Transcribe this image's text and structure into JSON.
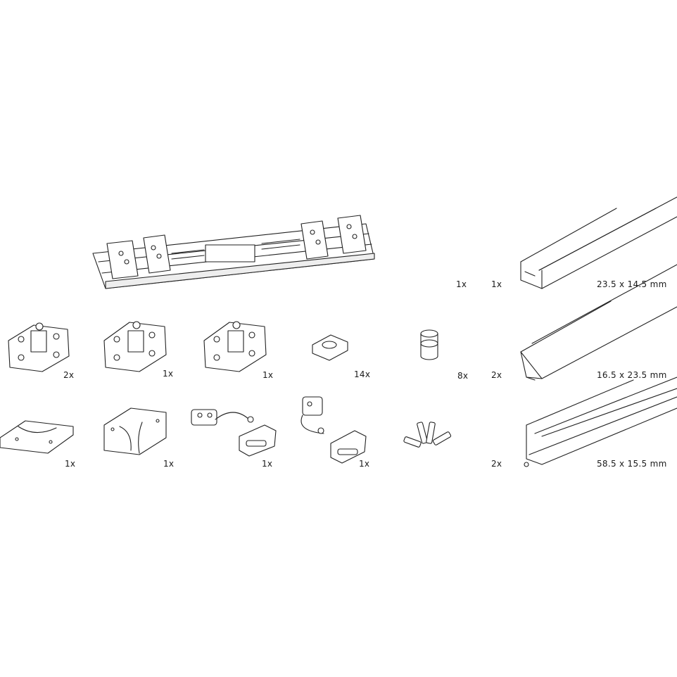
{
  "parts": [
    {
      "name": "track-carriage-assembly",
      "qty": "1x"
    },
    {
      "name": "rail-profile-a",
      "qty": "1x",
      "dims": "23.5 x 14.5 mm"
    },
    {
      "name": "roller-set-double",
      "qty": "2x"
    },
    {
      "name": "roller-set-single-a",
      "qty": "1x"
    },
    {
      "name": "roller-set-single-b",
      "qty": "1x"
    },
    {
      "name": "clip",
      "qty": "14x"
    },
    {
      "name": "end-stop",
      "qty": "8x"
    },
    {
      "name": "rail-profile-b",
      "qty": "2x",
      "dims": "16.5 x 23.5 mm"
    },
    {
      "name": "bracket-plate-a",
      "qty": "1x"
    },
    {
      "name": "bracket-plate-b",
      "qty": "1x"
    },
    {
      "name": "guide-arm-a",
      "qty": "1x"
    },
    {
      "name": "guide-arm-b",
      "qty": "1x"
    },
    {
      "name": "screw-set",
      "qty": ""
    },
    {
      "name": "rail-profile-c",
      "qty": "2x",
      "dims": "58.5 x 15.5 mm"
    }
  ]
}
